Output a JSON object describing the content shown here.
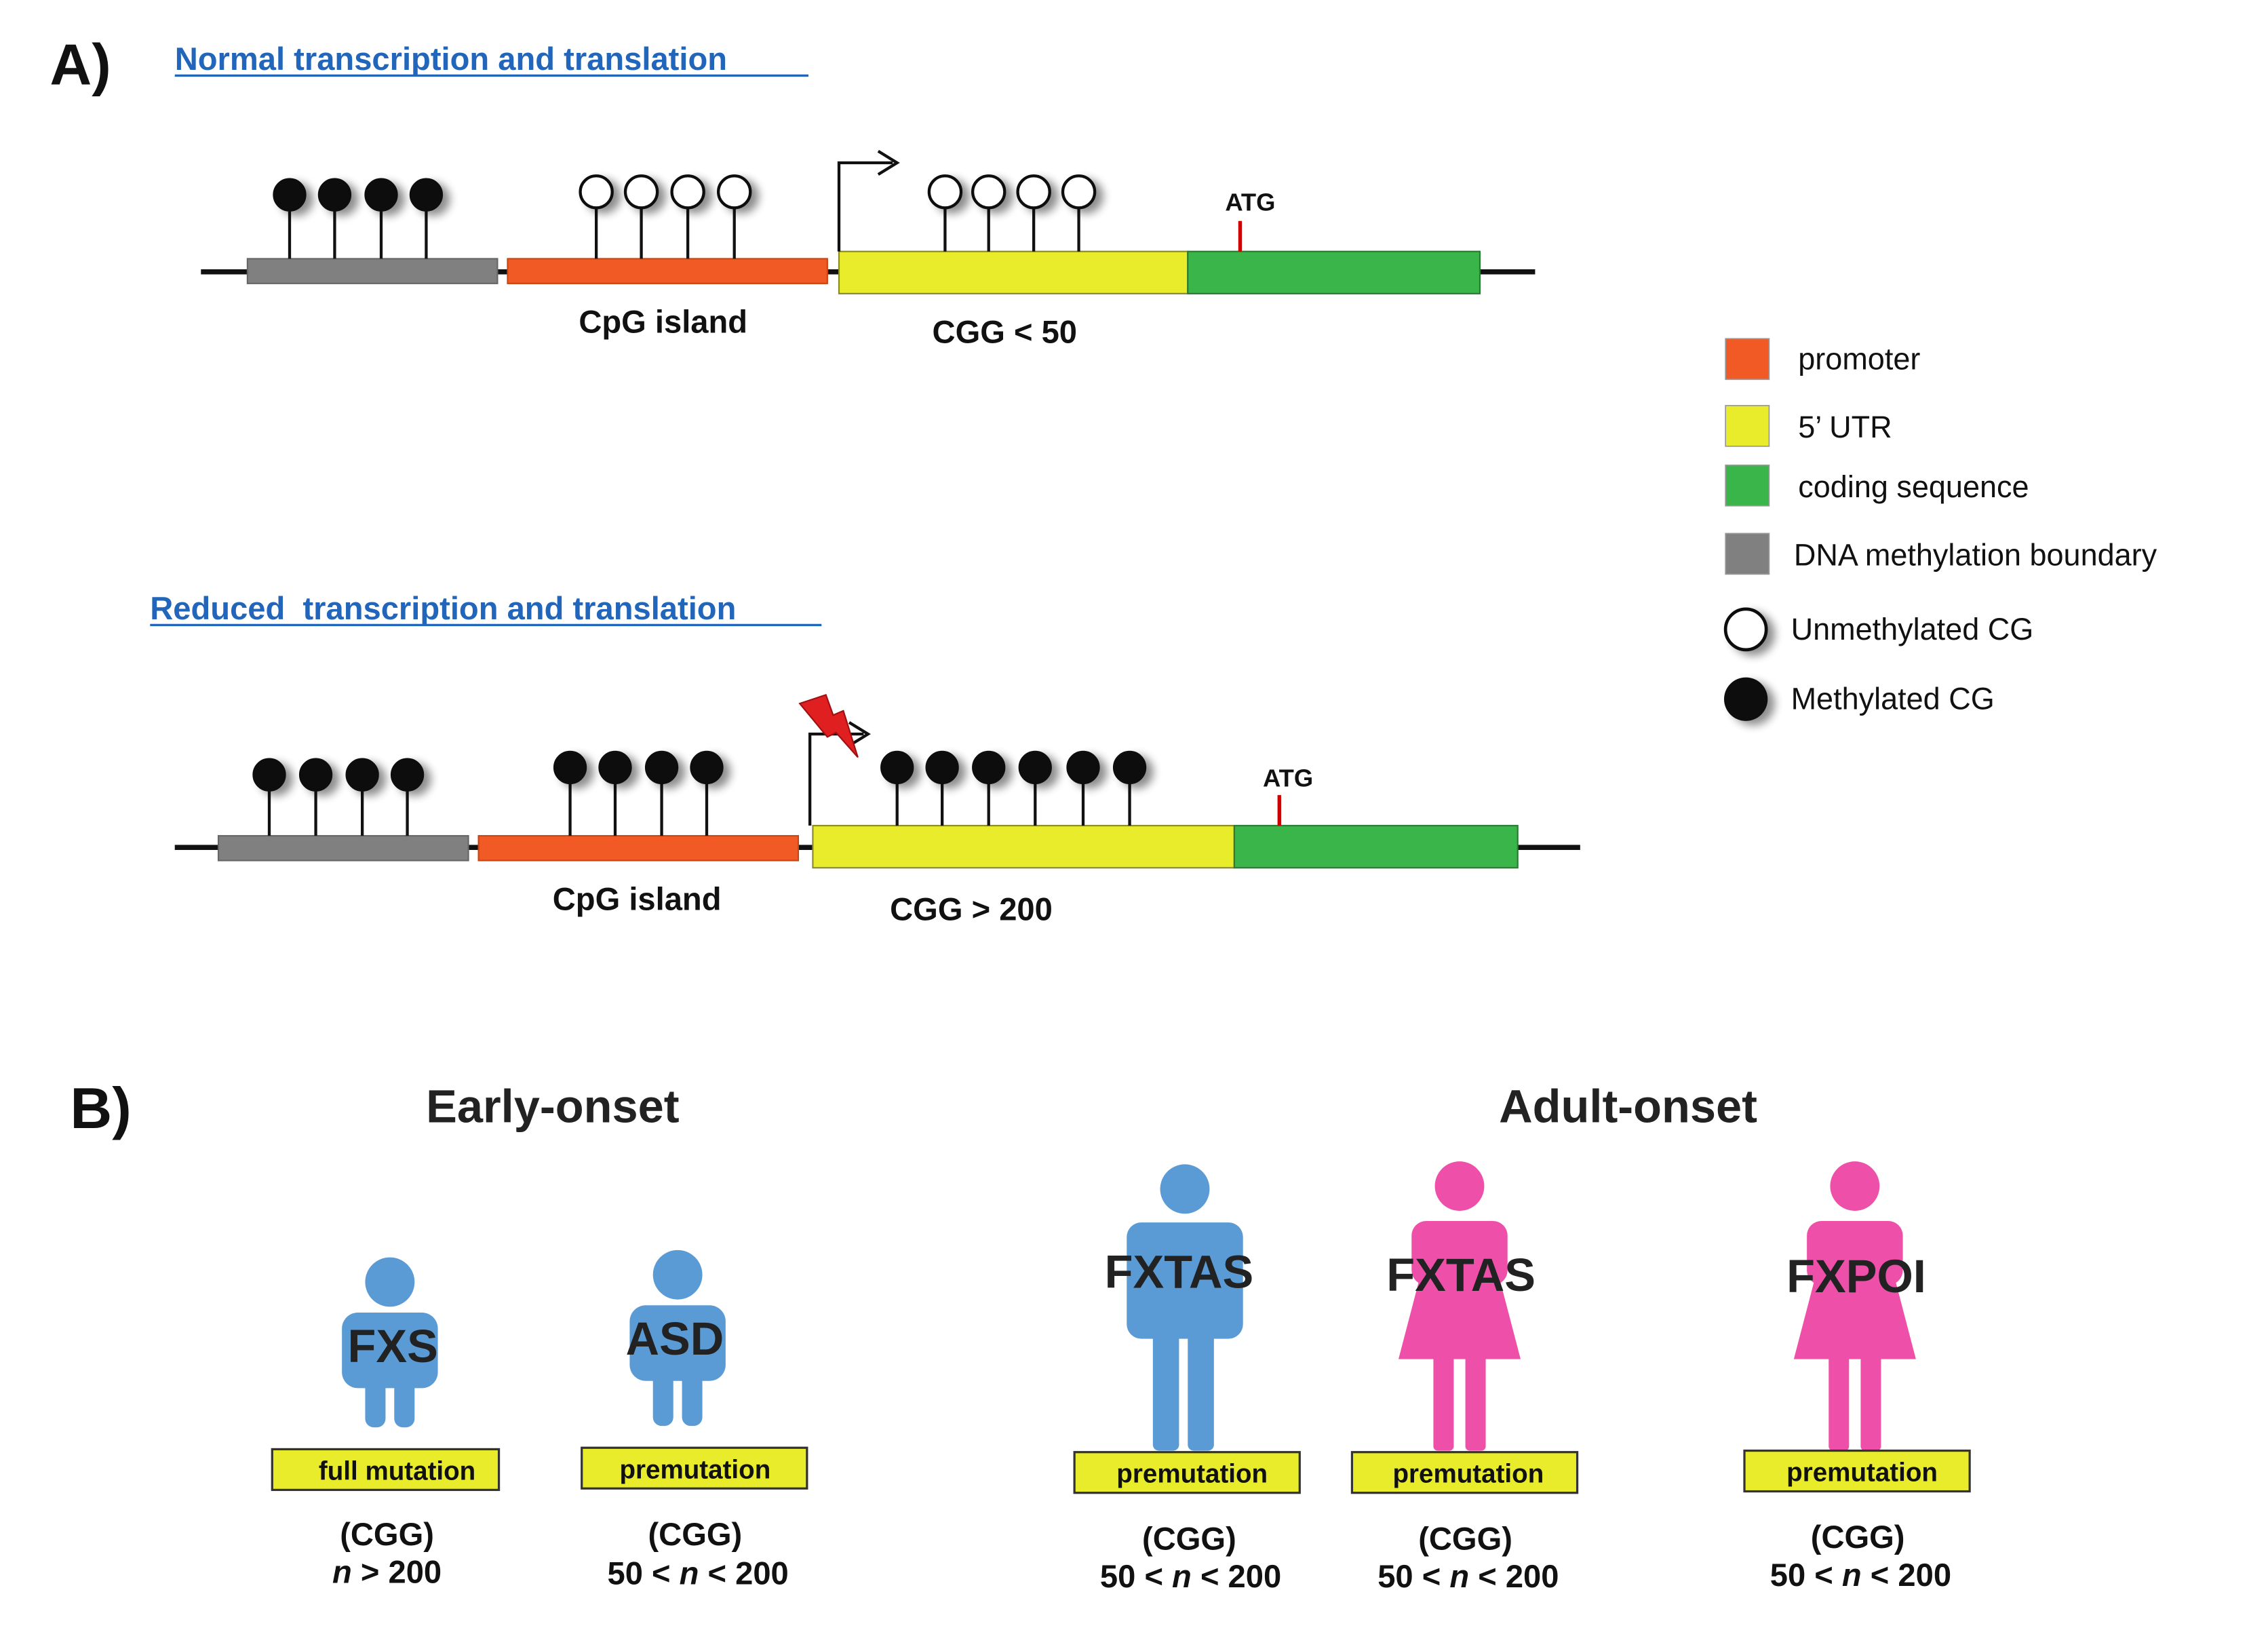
{
  "colors": {
    "promoter": "#f15a24",
    "utr": "#e8ec2a",
    "coding": "#39b54a",
    "boundary": "#808080",
    "male": "#5b9bd5",
    "female": "#ee4fa8",
    "title_link": "#2266bb",
    "atg_mark": "#cc0000",
    "bolt": "#e02020"
  },
  "panel_a": {
    "label": "A)",
    "normal": {
      "title": "Normal transcription and translation",
      "cpg_label": "CpG island",
      "cgg_label": "CGG < 50",
      "atg_label": "ATG"
    },
    "reduced": {
      "title": "Reduced  transcription and translation",
      "cpg_label": "CpG island",
      "cgg_label": "CGG > 200",
      "atg_label": "ATG"
    }
  },
  "legend": [
    {
      "key": "promoter",
      "label": "promoter",
      "icon": "orange-square"
    },
    {
      "key": "utr",
      "label": "5’ UTR",
      "icon": "yellow-square"
    },
    {
      "key": "coding",
      "label": "coding sequence",
      "icon": "green-square"
    },
    {
      "key": "boundary",
      "label": "DNA methylation boundary",
      "icon": "gray-square"
    },
    {
      "key": "unmethylated",
      "label": "Unmethylated CG",
      "icon": "open-circle"
    },
    {
      "key": "methylated",
      "label": "Methylated CG",
      "icon": "filled-circle"
    }
  ],
  "panel_b": {
    "label": "B)",
    "early_title": "Early-onset",
    "adult_title": "Adult-onset",
    "figures": [
      {
        "condition": "FXS",
        "mutation": "full mutation",
        "cgg": "(CGG)",
        "range_pre": "",
        "n": "n",
        "range_post": " > 200",
        "figure": "child-boy"
      },
      {
        "condition": "ASD",
        "mutation": "premutation",
        "cgg": "(CGG)",
        "range_pre": "50 < ",
        "n": "n",
        "range_post": " < 200",
        "figure": "child-boy"
      },
      {
        "condition": "FXTAS",
        "mutation": "premutation",
        "cgg": "(CGG)",
        "range_pre": "50 < ",
        "n": "n",
        "range_post": " < 200",
        "figure": "adult-man"
      },
      {
        "condition": "FXTAS",
        "mutation": "premutation",
        "cgg": "(CGG)",
        "range_pre": "50 < ",
        "n": "n",
        "range_post": " < 200",
        "figure": "adult-woman"
      },
      {
        "condition": "FXPOI",
        "mutation": "premutation",
        "cgg": "(CGG)",
        "range_pre": "50 < ",
        "n": "n",
        "range_post": " < 200",
        "figure": "adult-woman"
      }
    ]
  }
}
